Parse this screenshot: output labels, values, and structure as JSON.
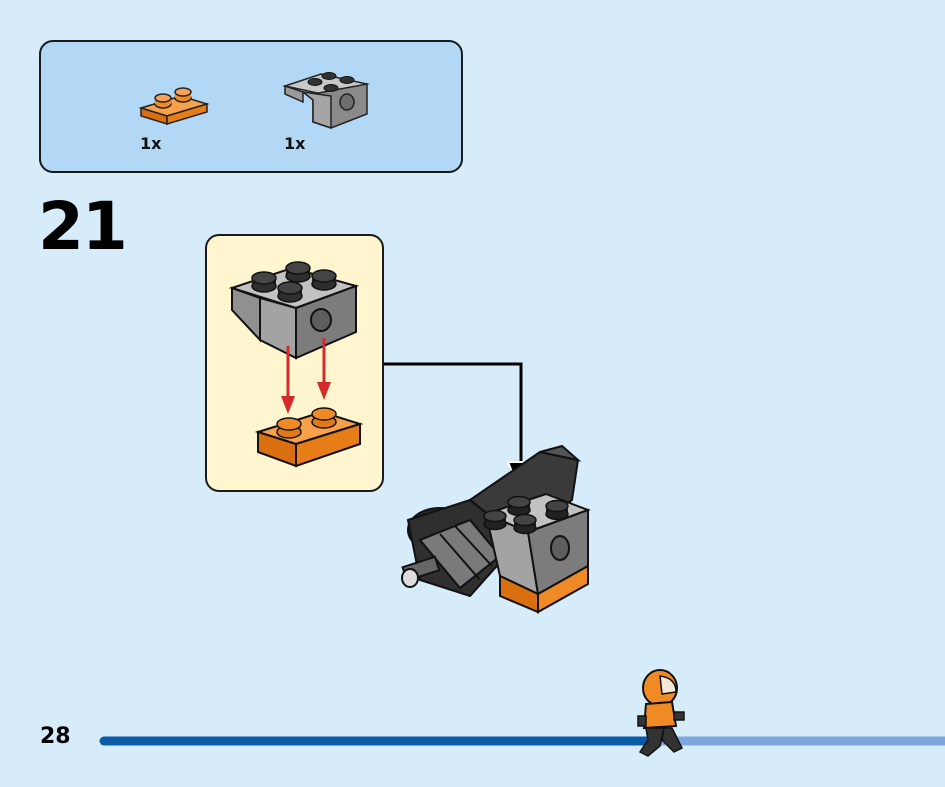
{
  "parts_list": {
    "items": [
      {
        "name": "orange-plate-1x2",
        "quantity": "1x",
        "color": "#f08a24"
      },
      {
        "name": "gray-bracket-brick",
        "quantity": "1x",
        "color": "#9b9b9b"
      }
    ]
  },
  "step": {
    "number": "21"
  },
  "page": {
    "number": "28"
  },
  "colors": {
    "background": "#d6ecfb",
    "parts_box": "#b3d8f6",
    "callout": "#fff5cf",
    "orange": "#f08a24",
    "gray": "#9b9b9b",
    "dark": "#2b2b2b",
    "arrow_red": "#d32a2a",
    "progress_done": "#0a5aa8",
    "progress_remaining": "#7fa6dc"
  }
}
